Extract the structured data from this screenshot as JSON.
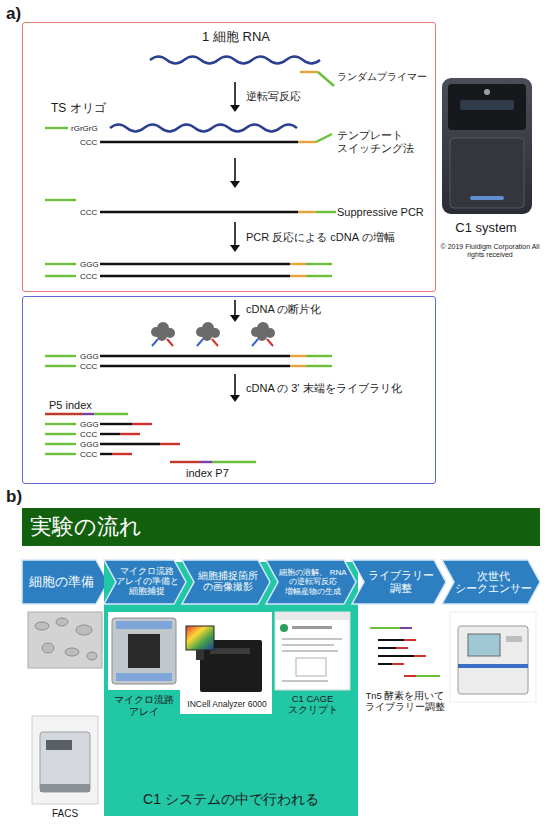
{
  "diagram": {
    "nodes": [
      {
        "text": [
          "1 細胞 RNA",
          "ランダムプライマー",
          "TS オリゴ",
          "逆転写反応",
          "rGrGrG",
          "CCC",
          "テンプレート スイッチング法",
          "CCC",
          "Suppressive PCR",
          "PCR 反応による cDNA の増幅",
          "GGG",
          "CCC"
        ]
      },
      {
        "text": [
          "cDNA の断片化",
          "GGG",
          "CCC",
          "cDNA の 3' 末端をライブラリ化",
          "P5 index",
          "GGG",
          "CCC",
          "GGG",
          "CCC",
          "index P7"
        ]
      },
      {
        "text": [
          "実験の流れ"
        ]
      },
      {
        "text": [
          "細胞の準備"
        ]
      },
      {
        "text": [
          "C1 システムの中で行われる"
        ]
      },
      {
        "text": [
          "マイクロ流路 アレイの準備と 細胞捕捉"
        ],
        "in": 4
      },
      {
        "text": [
          "細胞捕捉箇所 の画像撮影"
        ],
        "in": 4
      },
      {
        "text": [
          "細胞の溶解、 RNA の逆転写反応 増幅産物の生成"
        ],
        "in": 4
      },
      {
        "text": [
          "ライブラリー 調整"
        ]
      },
      {
        "text": [
          "次世代 シークエンサー"
        ]
      }
    ],
    "labels": [
      "a)",
      "C1 system",
      "© 2019 Fluidigm Corporation All rights received",
      "b)",
      "マイクロ流路 アレイ",
      "INCell Analyzer 6000",
      "C1 CAGE スクリプト",
      "Tn5 酵素を用いて ライブラリー調整",
      "FACS"
    ]
  }
}
